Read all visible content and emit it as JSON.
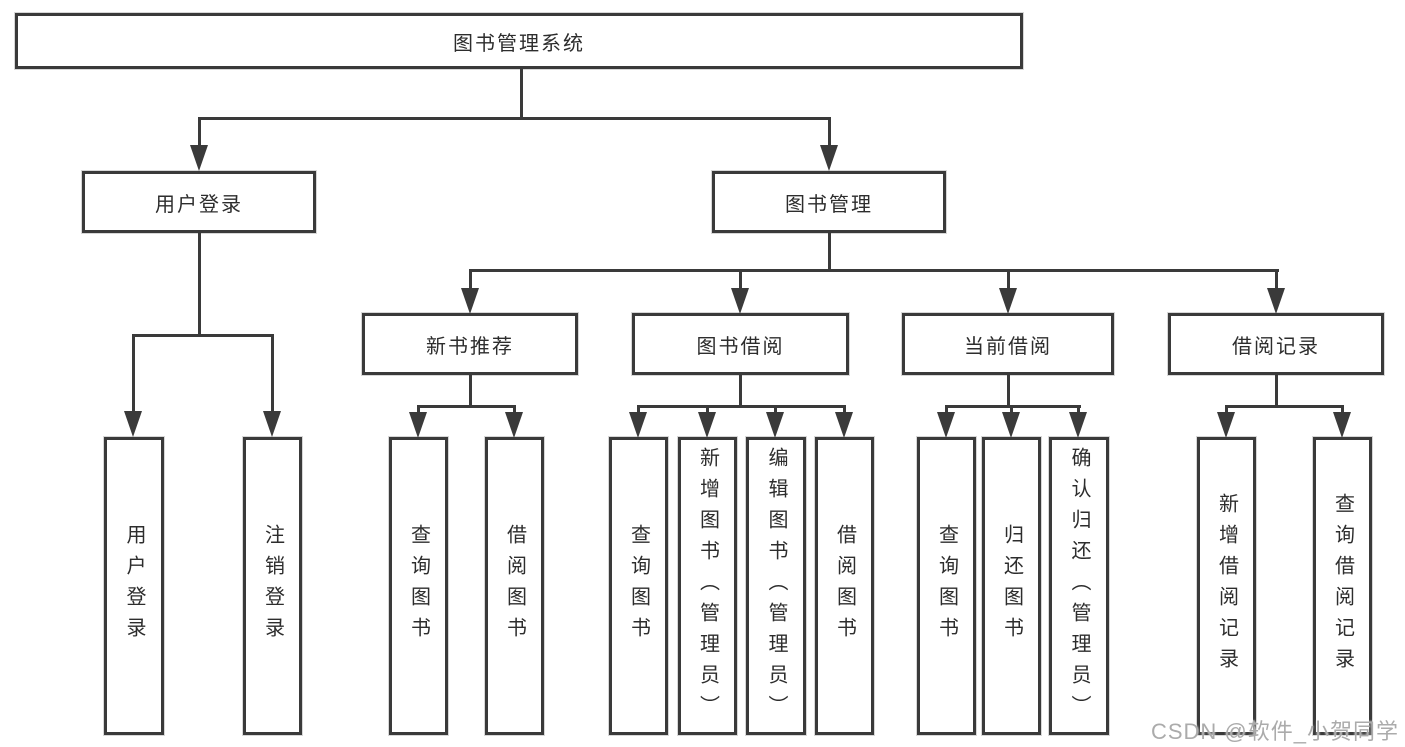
{
  "tree": {
    "label": "图书管理系统",
    "children": [
      {
        "label": "用户登录",
        "children": [
          {
            "label": "用户登录"
          },
          {
            "label": "注销登录"
          }
        ]
      },
      {
        "label": "图书管理",
        "children": [
          {
            "label": "新书推荐",
            "children": [
              {
                "label": "查询图书"
              },
              {
                "label": "借阅图书"
              }
            ]
          },
          {
            "label": "图书借阅",
            "children": [
              {
                "label": "查询图书"
              },
              {
                "label": "新增图书（管理员）"
              },
              {
                "label": "编辑图书（管理员）"
              },
              {
                "label": "借阅图书"
              }
            ]
          },
          {
            "label": "当前借阅",
            "children": [
              {
                "label": "查询图书"
              },
              {
                "label": "归还图书"
              },
              {
                "label": "确认归还（管理员）"
              }
            ]
          },
          {
            "label": "借阅记录",
            "children": [
              {
                "label": "新增借阅记录"
              },
              {
                "label": "查询借阅记录"
              }
            ]
          }
        ]
      }
    ]
  },
  "watermark": {
    "text": "CSDN @软件_小贺同学"
  },
  "colors": {
    "line": "#3a3a3a",
    "text": "#2d2d2d",
    "box_background": "#ffffff",
    "watermark": "#ababab"
  }
}
